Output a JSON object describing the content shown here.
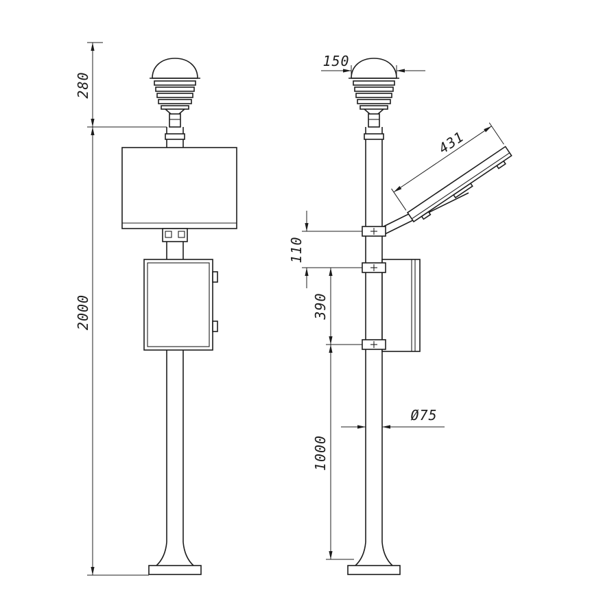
{
  "drawing": {
    "type": "technical-dimension-drawing",
    "colors": {
      "line": "#1c1c1c",
      "background": "#ffffff"
    },
    "front_view": {
      "sensor_height": "280",
      "total_height": "2000"
    },
    "side_view": {
      "sensor_width": "150",
      "panel_length": "431",
      "clamp_gap": "110",
      "cabinet_span": "390",
      "lower_section": "1000",
      "pole_diameter": "Ø75"
    }
  }
}
